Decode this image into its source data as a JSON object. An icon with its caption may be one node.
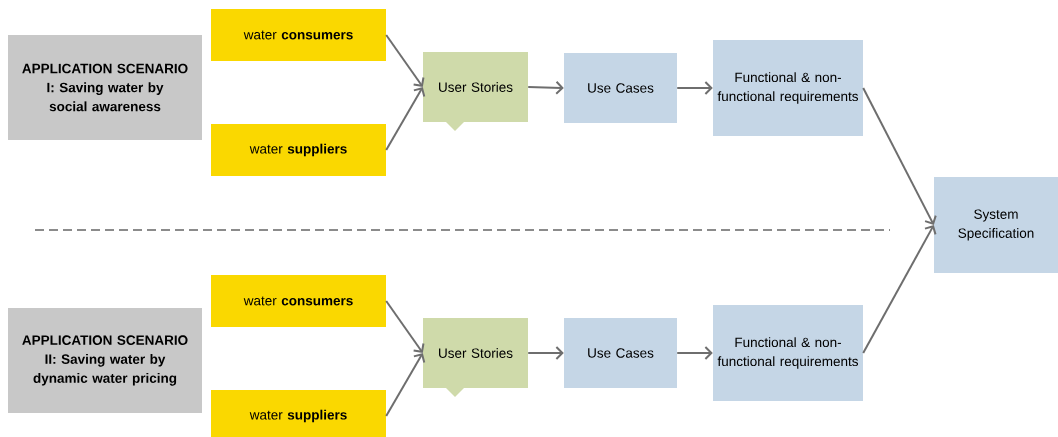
{
  "diagram": {
    "nodes": [
      {
        "text": [
          "APPLICATION SCENARIO I: Saving water by social awareness"
        ]
      },
      {
        "text": [
          "water **consumers**"
        ]
      },
      {
        "text": [
          "water **suppliers**"
        ]
      },
      {
        "text": [
          "User Stories"
        ]
      },
      {
        "text": [
          "Use Cases"
        ]
      },
      {
        "text": [
          "Functional & non-functional requirements"
        ]
      },
      {
        "text": [
          "APPLICATION SCENARIO II: Saving water by dynamic water pricing"
        ]
      },
      {
        "text": [
          "water **consumers**"
        ]
      },
      {
        "text": [
          "water **suppliers**"
        ]
      },
      {
        "text": [
          "User Stories"
        ]
      },
      {
        "text": [
          "Use Cases"
        ]
      },
      {
        "text": [
          "Functional & non-functional requirements"
        ]
      },
      {
        "text": [
          "System Specification"
        ]
      }
    ],
    "edges": [
      {
        "from": 1,
        "to": 3,
        "arrow": "to"
      },
      {
        "from": 2,
        "to": 3,
        "arrow": "to"
      },
      {
        "from": 3,
        "to": 4,
        "arrow": "to"
      },
      {
        "from": 4,
        "to": 5,
        "arrow": "to"
      },
      {
        "from": 5,
        "to": 12,
        "arrow": "to"
      },
      {
        "from": 7,
        "to": 9,
        "arrow": "to"
      },
      {
        "from": 8,
        "to": 9,
        "arrow": "to"
      },
      {
        "from": 9,
        "to": 10,
        "arrow": "to"
      },
      {
        "from": 10,
        "to": 11,
        "arrow": "to"
      },
      {
        "from": 11,
        "to": 12,
        "arrow": "to"
      }
    ]
  }
}
